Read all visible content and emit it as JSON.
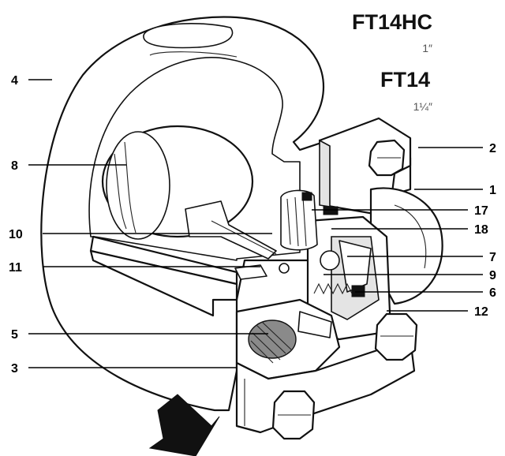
{
  "titles": {
    "model_a": "FT14HC",
    "model_a_size": "1″",
    "model_b": "FT14",
    "model_b_size": "1¼″"
  },
  "callouts": {
    "c1": "1",
    "c2": "2",
    "c3": "3",
    "c4": "4",
    "c5": "5",
    "c6": "6",
    "c7": "7",
    "c8": "8",
    "c9": "9",
    "c10": "10",
    "c11": "11",
    "c12": "12",
    "c17": "17",
    "c18": "18"
  },
  "colors": {
    "line": "#111111",
    "shade": "#e4e4e4",
    "arrow": "#111111"
  }
}
